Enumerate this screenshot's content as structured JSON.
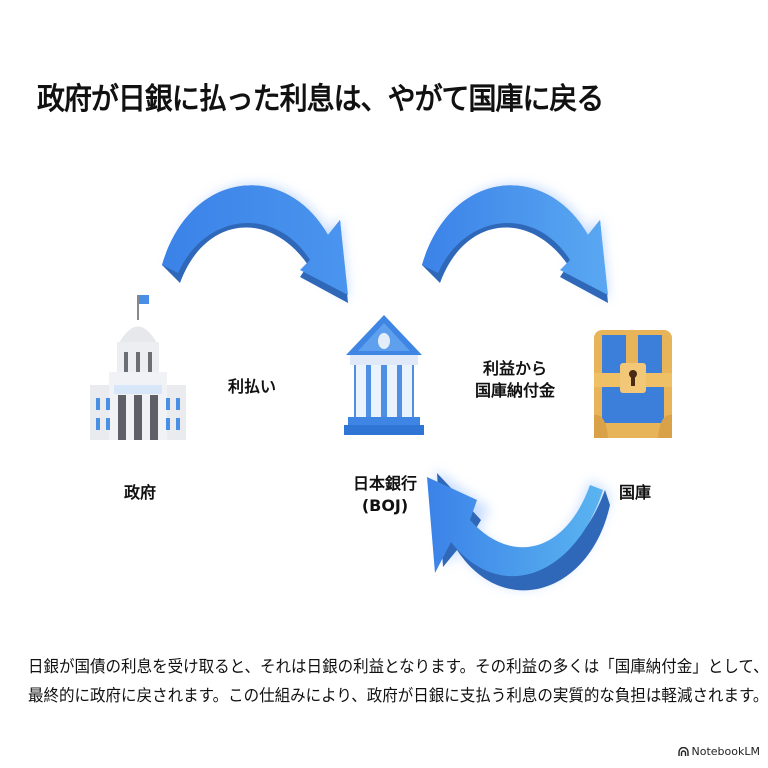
{
  "title": "政府が日銀に払った利息は、やがて国庫に戻る",
  "nodes": {
    "government": {
      "label": "政府",
      "icon": "government-building-icon"
    },
    "boj": {
      "label_line1": "日本銀行",
      "label_line2": "(BOJ)",
      "icon": "bank-icon"
    },
    "treasury": {
      "label": "国庫",
      "icon": "treasure-chest-icon"
    }
  },
  "flows": {
    "gov_to_boj": "利払い",
    "boj_to_treasury_line1": "利益から",
    "boj_to_treasury_line2": "国庫納付金"
  },
  "description": {
    "line1": "日銀が国債の利息を受け取ると、それは日銀の利益となります。その利益の多くは「国庫納付金」として、",
    "line2": "最終的に政府に戻されます。この仕組みにより、政府が日銀に支払う利息の実質的な負担は軽減されます。"
  },
  "branding": {
    "label": "NotebookLM"
  },
  "colors": {
    "arrow": "#3d86e6",
    "arrow_dark": "#2f68b8",
    "chest_gold": "#e8b45a",
    "chest_blue": "#3b7fdb"
  }
}
